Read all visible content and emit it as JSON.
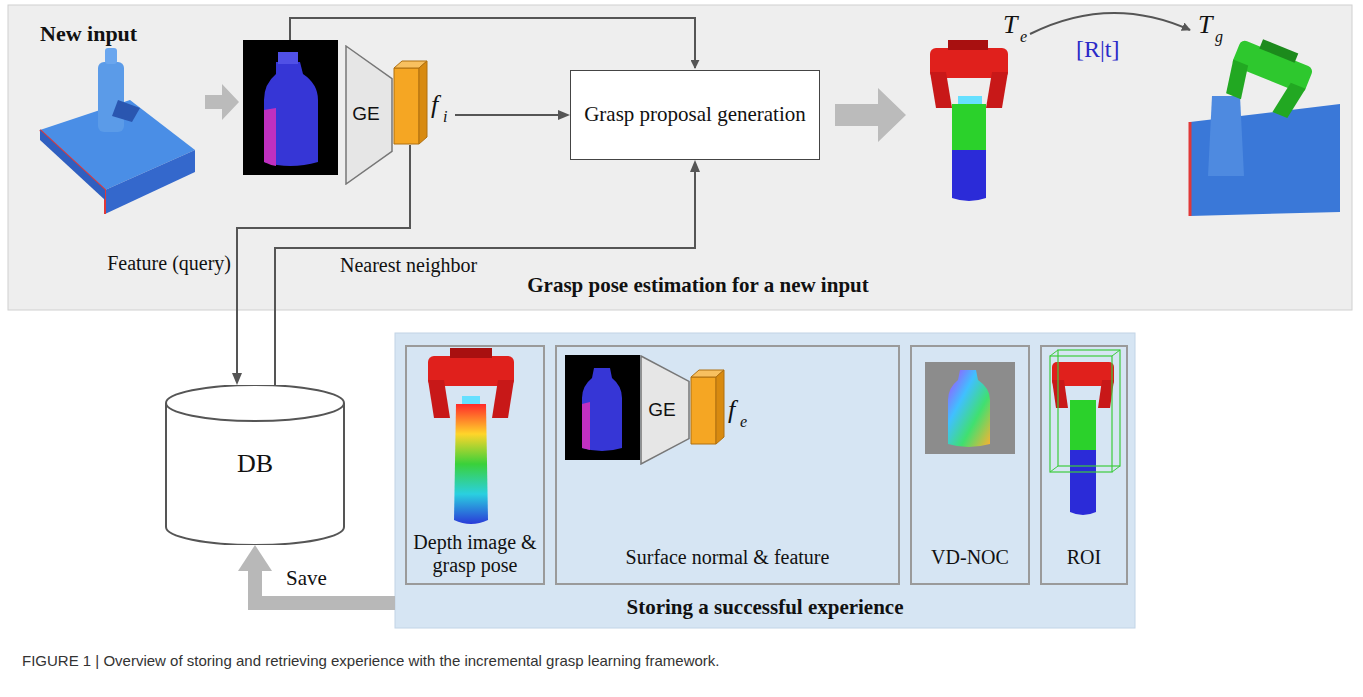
{
  "diagram": {
    "caption": "FIGURE 1 | Overview of storing and retrieving experience with the incremental grasp learning framework.",
    "nodes": [
      {
        "text": [
          "New input",
          "Grasp pose estimation for a new input"
        ]
      },
      {
        "text": [
          "GE"
        ],
        "in": 0
      },
      {
        "text": [
          "f",
          "i"
        ],
        "in": 0
      },
      {
        "text": [
          "Grasp proposal generation"
        ],
        "in": 0
      },
      {
        "text": [
          "DB"
        ]
      },
      {
        "text": [
          "Storing a successful experience"
        ]
      },
      {
        "text": [
          "Depth image & grasp pose"
        ],
        "in": 5
      },
      {
        "text": [
          "Surface normal & feature"
        ],
        "in": 5
      },
      {
        "text": [
          "GE"
        ],
        "in": 7
      },
      {
        "text": [
          "f",
          "e"
        ],
        "in": 7
      },
      {
        "text": [
          "VD-NOC"
        ],
        "in": 5
      },
      {
        "text": [
          "ROI"
        ],
        "in": 5
      }
    ],
    "edges": [
      {
        "from": 2,
        "to": 3,
        "arrow": "to"
      },
      {
        "from": 2,
        "to": 4,
        "label": "Feature (query)",
        "arrow": "to"
      },
      {
        "from": 4,
        "to": 3,
        "label": "Nearest neighbor",
        "arrow": "to"
      },
      {
        "from": 5,
        "to": 4,
        "label": "Save",
        "arrow": "to"
      }
    ],
    "labels": [
      "T",
      "e",
      "T",
      "g",
      "[R|t]"
    ]
  }
}
